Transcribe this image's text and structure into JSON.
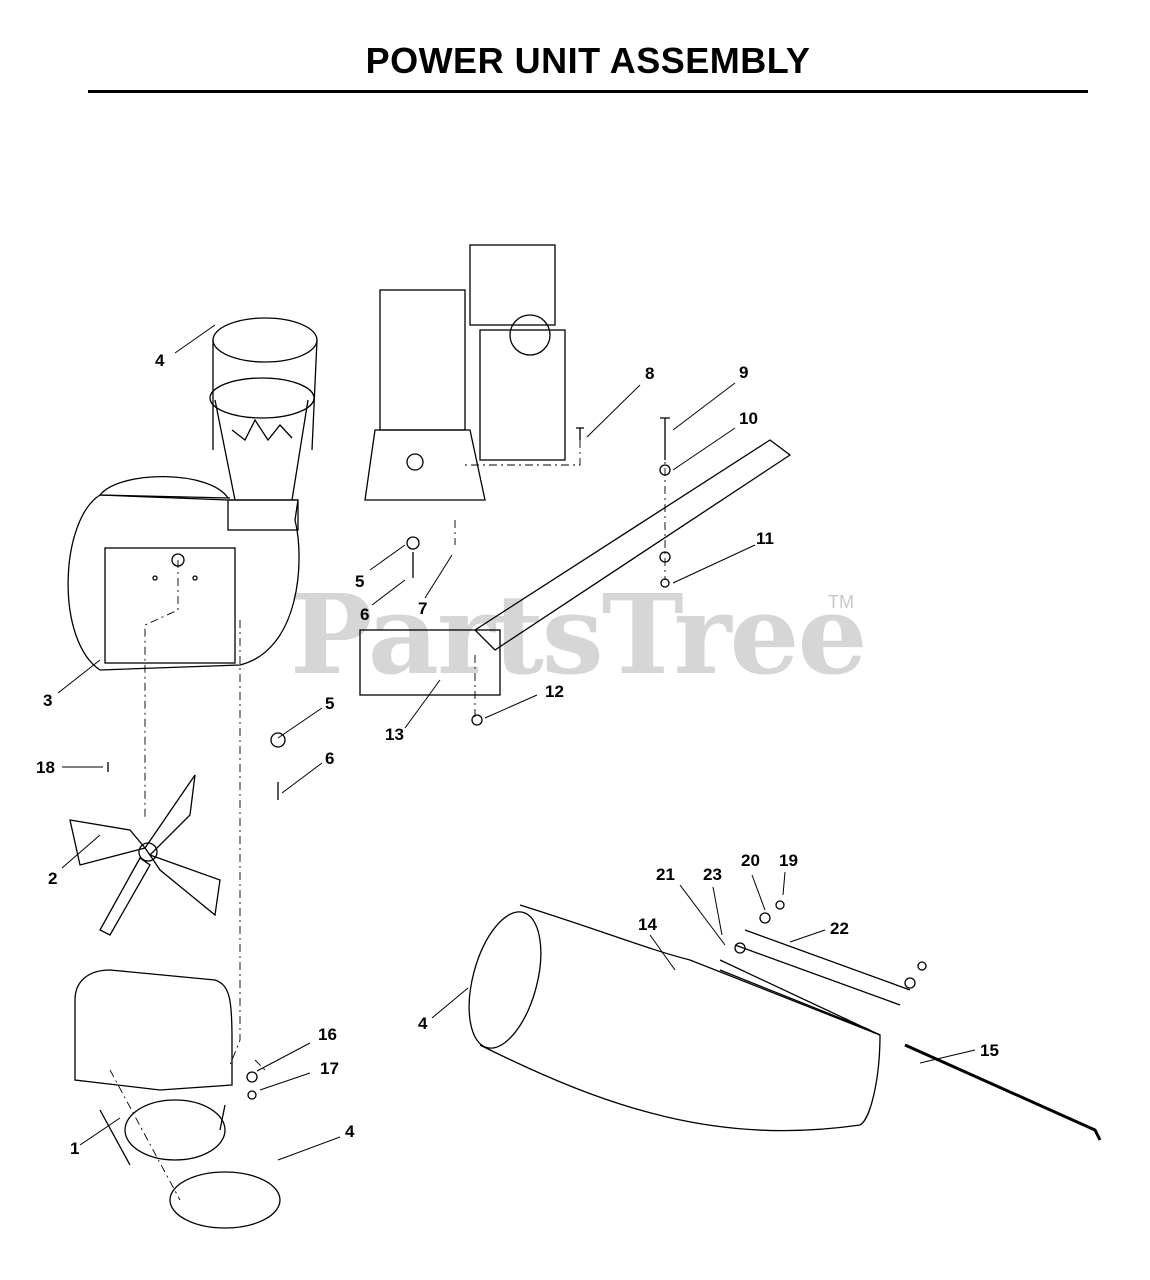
{
  "title": "POWER UNIT ASSEMBLY",
  "watermark": {
    "text": "PartsTree",
    "trademark": "TM"
  },
  "colors": {
    "line": "#000000",
    "watermark": "#d6d6d6"
  },
  "callouts": [
    {
      "id": "c4a",
      "text": "4"
    },
    {
      "id": "c8",
      "text": "8"
    },
    {
      "id": "c9",
      "text": "9"
    },
    {
      "id": "c10",
      "text": "10"
    },
    {
      "id": "c11",
      "text": "11"
    },
    {
      "id": "c5a",
      "text": "5"
    },
    {
      "id": "c6a",
      "text": "6"
    },
    {
      "id": "c7",
      "text": "7"
    },
    {
      "id": "c3",
      "text": "3"
    },
    {
      "id": "c12",
      "text": "12"
    },
    {
      "id": "c13",
      "text": "13"
    },
    {
      "id": "c5b",
      "text": "5"
    },
    {
      "id": "c6b",
      "text": "6"
    },
    {
      "id": "c18",
      "text": "18"
    },
    {
      "id": "c2",
      "text": "2"
    },
    {
      "id": "c21",
      "text": "21"
    },
    {
      "id": "c23",
      "text": "23"
    },
    {
      "id": "c20",
      "text": "20"
    },
    {
      "id": "c19",
      "text": "19"
    },
    {
      "id": "c14",
      "text": "14"
    },
    {
      "id": "c22",
      "text": "22"
    },
    {
      "id": "c4b",
      "text": "4"
    },
    {
      "id": "c16",
      "text": "16"
    },
    {
      "id": "c17",
      "text": "17"
    },
    {
      "id": "c15",
      "text": "15"
    },
    {
      "id": "c1",
      "text": "1"
    },
    {
      "id": "c4c",
      "text": "4"
    }
  ]
}
